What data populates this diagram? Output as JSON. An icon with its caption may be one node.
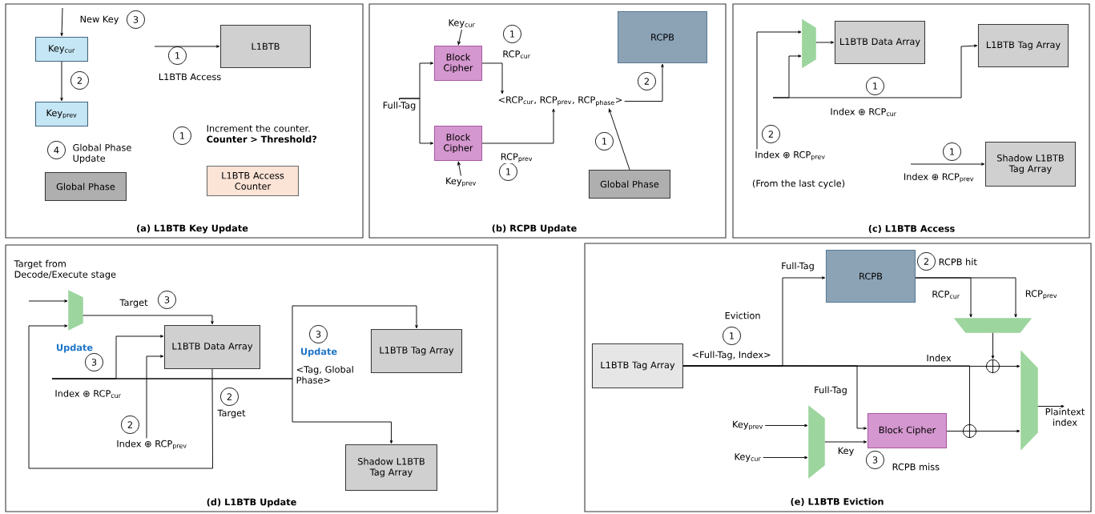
{
  "diagram": {
    "nodes": [
      {
        "text": [
          "(a) L1BTB Key Update"
        ]
      },
      {
        "text": [
          "Key$_{cur}$"
        ],
        "in": 0
      },
      {
        "text": [
          "Key$_{prev}$"
        ],
        "in": 0
      },
      {
        "text": [
          "L1BTB"
        ],
        "in": 0
      },
      {
        "text": [
          "Global Phase"
        ],
        "in": 0
      },
      {
        "text": [
          "L1BTB Access Counter"
        ],
        "in": 0
      },
      {
        "text": [
          "3"
        ],
        "in": 0
      },
      {
        "text": [
          "2"
        ],
        "in": 0
      },
      {
        "text": [
          "1"
        ],
        "in": 0
      },
      {
        "text": [
          "1"
        ],
        "in": 0,
        "beside": [
          "Increment the counter. **Counter > Threshold?**"
        ]
      },
      {
        "text": [
          "4"
        ],
        "in": 0,
        "beside": [
          "Global Phase Update"
        ]
      },
      {
        "text": [
          "(b) RCPB Update"
        ]
      },
      {
        "text": [
          "Key$_{cur}$"
        ],
        "in": 11
      },
      {
        "text": [
          "Block Cipher"
        ],
        "in": 11
      },
      {
        "text": [
          "Block Cipher"
        ],
        "in": 11
      },
      {
        "text": [
          "Key$_{prev}$"
        ],
        "in": 11
      },
      {
        "text": [
          "<RCP$_{cur}$, RCP$_{prev}$, RCP$_{phase}$>"
        ],
        "in": 11
      },
      {
        "text": [
          "RCPB"
        ],
        "in": 11
      },
      {
        "text": [
          "Global Phase"
        ],
        "in": 11
      },
      {
        "text": [
          "1"
        ],
        "in": 11
      },
      {
        "text": [
          "2"
        ],
        "in": 11
      },
      {
        "text": [
          "1"
        ],
        "in": 11
      },
      {
        "text": [
          "1"
        ],
        "in": 11
      },
      {
        "text": [
          "(c) L1BTB Access"
        ]
      },
      {
        "text": [],
        "shape": "trapezoid",
        "in": 23
      },
      {
        "text": [
          "L1BTB Data Array"
        ],
        "in": 23
      },
      {
        "text": [
          "L1BTB Tag Array"
        ],
        "in": 23
      },
      {
        "text": [
          "1"
        ],
        "in": 23
      },
      {
        "text": [
          "2"
        ],
        "in": 23
      },
      {
        "text": [
          "Index ⊕ RCP$_{prev}$"
        ],
        "in": 23
      },
      {
        "text": [
          "1"
        ],
        "in": 23
      },
      {
        "text": [
          "Shadow L1BTB Tag Array"
        ],
        "in": 23
      },
      {
        "text": [
          "(d) L1BTB Update"
        ]
      },
      {
        "text": [],
        "shape": "trapezoid",
        "in": 32
      },
      {
        "text": [
          "L1BTB Data Array"
        ],
        "in": 32
      },
      {
        "text": [
          "L1BTB Tag Array"
        ],
        "in": 32
      },
      {
        "text": [
          "Shadow L1BTB Tag Array"
        ],
        "in": 32
      },
      {
        "text": [
          "3"
        ],
        "in": 32
      },
      {
        "text": [
          "3"
        ],
        "in": 32
      },
      {
        "text": [
          "2"
        ],
        "in": 32
      },
      {
        "text": [
          "2"
        ],
        "in": 32
      },
      {
        "text": [
          "Index ⊕ RCP$_{prev}$"
        ],
        "in": 32
      },
      {
        "text": [
          "3"
        ],
        "in": 32
      },
      {
        "text": [
          "(e) L1BTB Eviction"
        ]
      },
      {
        "text": [
          "L1BTB Tag Array"
        ],
        "in": 43
      },
      {
        "text": [
          "RCPB"
        ],
        "in": 43
      },
      {
        "text": [],
        "shape": "trapezoid",
        "in": 43
      },
      {
        "text": [],
        "shape": "circle",
        "in": 43
      },
      {
        "text": [],
        "shape": "trapezoid",
        "in": 43
      },
      {
        "text": [
          "Key$_{prev}$"
        ],
        "in": 43
      },
      {
        "text": [
          "Key$_{cur}$"
        ],
        "in": 43
      },
      {
        "text": [],
        "shape": "trapezoid",
        "in": 43
      },
      {
        "text": [
          "Block Cipher"
        ],
        "in": 43
      },
      {
        "text": [],
        "shape": "circle",
        "in": 43
      },
      {
        "text": [
          "1"
        ],
        "in": 43,
        "beside": [
          "Eviction"
        ]
      },
      {
        "text": [
          "2"
        ],
        "in": 43,
        "beside": [
          "RCPB hit"
        ]
      },
      {
        "text": [
          "3"
        ],
        "in": 43,
        "beside": [
          "RCPB miss"
        ]
      },
      {
        "text": [
          "Full-Tag"
        ],
        "in": 11
      },
      {
        "text": [
          "Plaintext index"
        ],
        "in": 43
      }
    ],
    "edges": [
      {
        "from": null,
        "to": 1,
        "arrow": "to",
        "label": "New Key"
      },
      {
        "from": 1,
        "to": 2,
        "arrow": "to"
      },
      {
        "from": null,
        "to": 3,
        "arrow": "to",
        "label": "L1BTB Access"
      },
      {
        "from": 57,
        "to": 13,
        "arrow": "to"
      },
      {
        "from": 57,
        "to": 14,
        "arrow": "to"
      },
      {
        "from": 12,
        "to": 13,
        "arrow": "to"
      },
      {
        "from": 15,
        "to": 14,
        "arrow": "to"
      },
      {
        "from": 13,
        "to": 16,
        "arrow": "to",
        "label": "RCP$_{cur}$"
      },
      {
        "from": 14,
        "to": 16,
        "arrow": "to",
        "label": "RCP$_{prev}$"
      },
      {
        "from": 18,
        "to": 16,
        "arrow": "to"
      },
      {
        "from": 16,
        "to": 17,
        "arrow": "to"
      },
      {
        "from": 24,
        "to": 25,
        "arrow": "to"
      },
      {
        "from": null,
        "to": 26,
        "arrow": "to",
        "label": "Index ⊕ RCP$_{cur}$"
      },
      {
        "from": null,
        "to": 24,
        "arrow": "to"
      },
      {
        "from": 29,
        "to": 24,
        "arrow": "to"
      },
      {
        "from": null,
        "to": 31,
        "arrow": "to",
        "label": "Index ⊕ RCP$_{prev}$"
      },
      {
        "from": null,
        "to": 33,
        "arrow": "to"
      },
      {
        "from": 33,
        "to": 34,
        "arrow": "to",
        "label": "Target"
      },
      {
        "from": 34,
        "to": 33,
        "arrow": "to",
        "label": "Target"
      },
      {
        "from": null,
        "to": 34,
        "arrow": "to",
        "label": "Index ⊕ RCP$_{cur}$"
      },
      {
        "from": null,
        "to": 35,
        "arrow": "to"
      },
      {
        "from": null,
        "to": 36,
        "arrow": "to"
      },
      {
        "from": 41,
        "to": 34,
        "arrow": "to"
      },
      {
        "from": 44,
        "to": 45,
        "arrow": "to",
        "label": "Full-Tag"
      },
      {
        "from": 44,
        "to": 47,
        "arrow": "none",
        "label": "Index"
      },
      {
        "from": 44,
        "to": 52,
        "arrow": "to",
        "label": "Full-Tag"
      },
      {
        "from": 44,
        "to": 53,
        "arrow": "none"
      },
      {
        "from": 45,
        "to": 46,
        "arrow": "to",
        "label": "RCP$_{cur}$"
      },
      {
        "from": 45,
        "to": 46,
        "arrow": "to",
        "label": "RCP$_{prev}$"
      },
      {
        "from": 46,
        "to": 47,
        "arrow": "to"
      },
      {
        "from": 47,
        "to": 48,
        "arrow": "to"
      },
      {
        "from": 49,
        "to": 51,
        "arrow": "to"
      },
      {
        "from": 50,
        "to": 51,
        "arrow": "to"
      },
      {
        "from": 51,
        "to": 52,
        "arrow": "to",
        "label": "Key"
      },
      {
        "from": 52,
        "to": 53,
        "arrow": "none"
      },
      {
        "from": 53,
        "to": 48,
        "arrow": "to"
      },
      {
        "from": 48,
        "to": 58,
        "arrow": "to"
      }
    ],
    "labels": [
      "(From the last cycle)",
      "Target from Decode/Execute stage",
      "Update",
      "Update",
      "<Tag, Global Phase>",
      "<Full-Tag, Index>"
    ]
  }
}
